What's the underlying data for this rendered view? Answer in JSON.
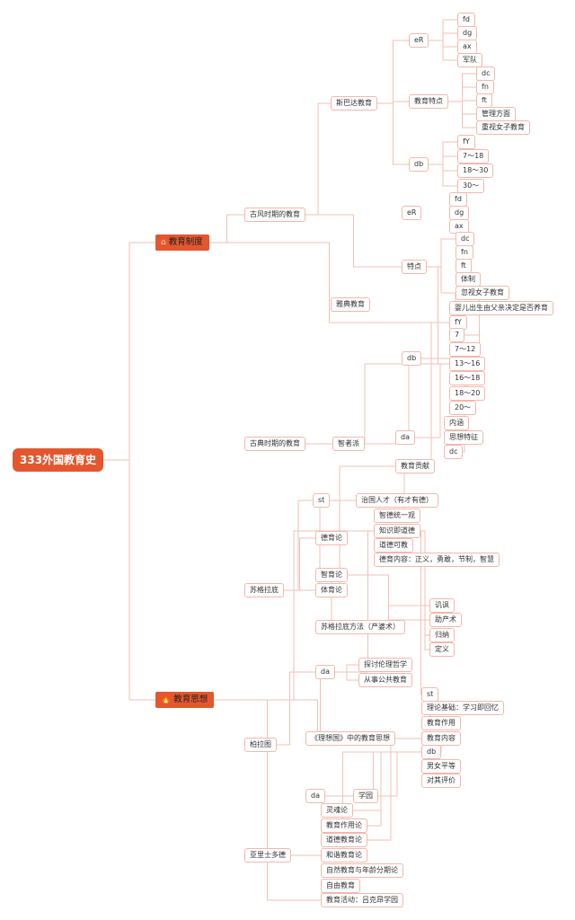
{
  "root": "333外国教育史",
  "categories": {
    "system": {
      "label": "教育制度",
      "icon": "house-icon"
    },
    "thought": {
      "label": "教育思想",
      "icon": "flame-icon"
    }
  },
  "system": {
    "archaic": "古风时期的教育",
    "sparta": {
      "label": "斯巴达教育",
      "eR": "eR",
      "eR_items": [
        "fd",
        "dg",
        "ax",
        "军队"
      ],
      "features_label": "教育特点",
      "features": [
        "dc",
        "fn",
        "ft",
        "管理方面",
        "重视女子教育"
      ],
      "db": "db",
      "db_items": [
        "fY",
        "7～18",
        "18～30",
        "30～"
      ]
    },
    "athens": {
      "label": "雅典教育",
      "eR": "eR",
      "eR_items": [
        "fd",
        "dg",
        "ax"
      ],
      "features_label": "特点",
      "features": [
        "dc",
        "fn",
        "ft",
        "体制",
        "忽视女子教育"
      ],
      "db": "db",
      "db_items": [
        "婴儿出生由父亲决定是否养育",
        "fY",
        "7",
        "7～12",
        "13～16",
        "16～18",
        "18～20",
        "20～"
      ]
    },
    "classical": "古典时期的教育",
    "sophists": {
      "label": "智者派",
      "da": "da",
      "da_items": [
        "内涵",
        "思想特征",
        "dc"
      ],
      "contribution": "教育贡献"
    }
  },
  "thought": {
    "socrates": {
      "label": "苏格拉底",
      "st": "st",
      "st_item": "治国人才（有才有德）",
      "moral": "德育论",
      "moral_items": [
        "智德统一观",
        "知识即道德",
        "道德可教",
        "德育内容：正义，勇敢，节制，智慧"
      ],
      "intellect": "智育论",
      "physical": "体育论",
      "method": "苏格拉底方法（产婆术）",
      "method_items": [
        "讥讽",
        "助产术",
        "归纳",
        "定义"
      ],
      "da": "da",
      "da_items": [
        "探讨伦理哲学",
        "从事公共教育"
      ]
    },
    "plato": {
      "label": "柏拉图",
      "republic": "《理想国》中的教育思想",
      "republic_items": [
        "st",
        "理论基础：学习即回忆",
        "教育作用",
        "教育内容",
        "db",
        "男女平等",
        "对其评价"
      ],
      "da": "da",
      "da_item": "学园"
    },
    "aristotle": {
      "label": "亚里士多德",
      "items": [
        "灵魂论",
        "教育作用论",
        "道德教育论",
        "和谐教育论",
        "自然教育与年龄分期论",
        "自由教育",
        "教育活动：吕克昂学园"
      ]
    }
  }
}
